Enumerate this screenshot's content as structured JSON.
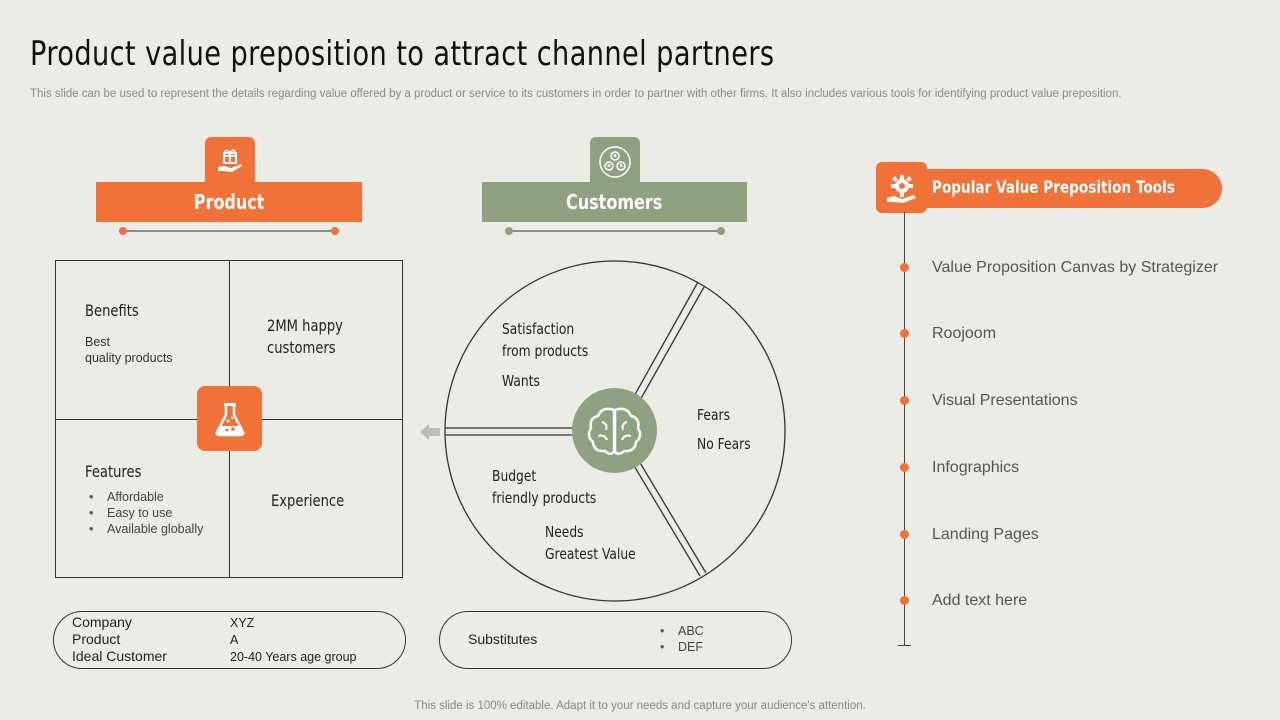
{
  "title": "Product value preposition to attract channel partners",
  "subtitle": "This slide can be used to represent the details regarding value offered by a product or service to its customers in order to partner with other firms. It also includes various tools for identifying product value preposition.",
  "footer": "This slide is 100% editable. Adapt it to your needs and capture your audience's attention.",
  "colors": {
    "accent": "#f07238",
    "green": "#8fa180",
    "background": "#ebece6"
  },
  "product": {
    "banner": "Product",
    "icon": "gift-hand-icon",
    "center_icon": "flask-icon",
    "benefits": {
      "title": "Benefits",
      "lines": [
        "Best",
        "quality products"
      ]
    },
    "happy": [
      "2MM happy",
      "customers"
    ],
    "features": {
      "title": "Features",
      "items": [
        "Affordable",
        "Easy to use",
        "Available globally"
      ]
    },
    "experience": "Experience",
    "info": {
      "labels": [
        "Company",
        "Product",
        "Ideal Customer"
      ],
      "values": [
        "XYZ",
        "A",
        "20-40 Years age group"
      ]
    }
  },
  "customers": {
    "banner": "Customers",
    "icon": "users-icon",
    "center_icon": "brain-icon",
    "seg1": [
      "Satisfaction",
      "from products",
      "Wants"
    ],
    "seg2": [
      "Fears",
      "No Fears"
    ],
    "seg3": [
      "Budget",
      "friendly products",
      "Needs",
      "Greatest Value"
    ],
    "substitutes": {
      "label": "Substitutes",
      "items": [
        "ABC",
        "DEF"
      ]
    }
  },
  "tools": {
    "title": "Popular Value Preposition Tools",
    "icon": "gear-hand-icon",
    "items": [
      "Value Proposition Canvas by Strategizer",
      "Roojoom",
      "Visual Presentations",
      "Infographics",
      "Landing Pages",
      "Add text here"
    ]
  }
}
